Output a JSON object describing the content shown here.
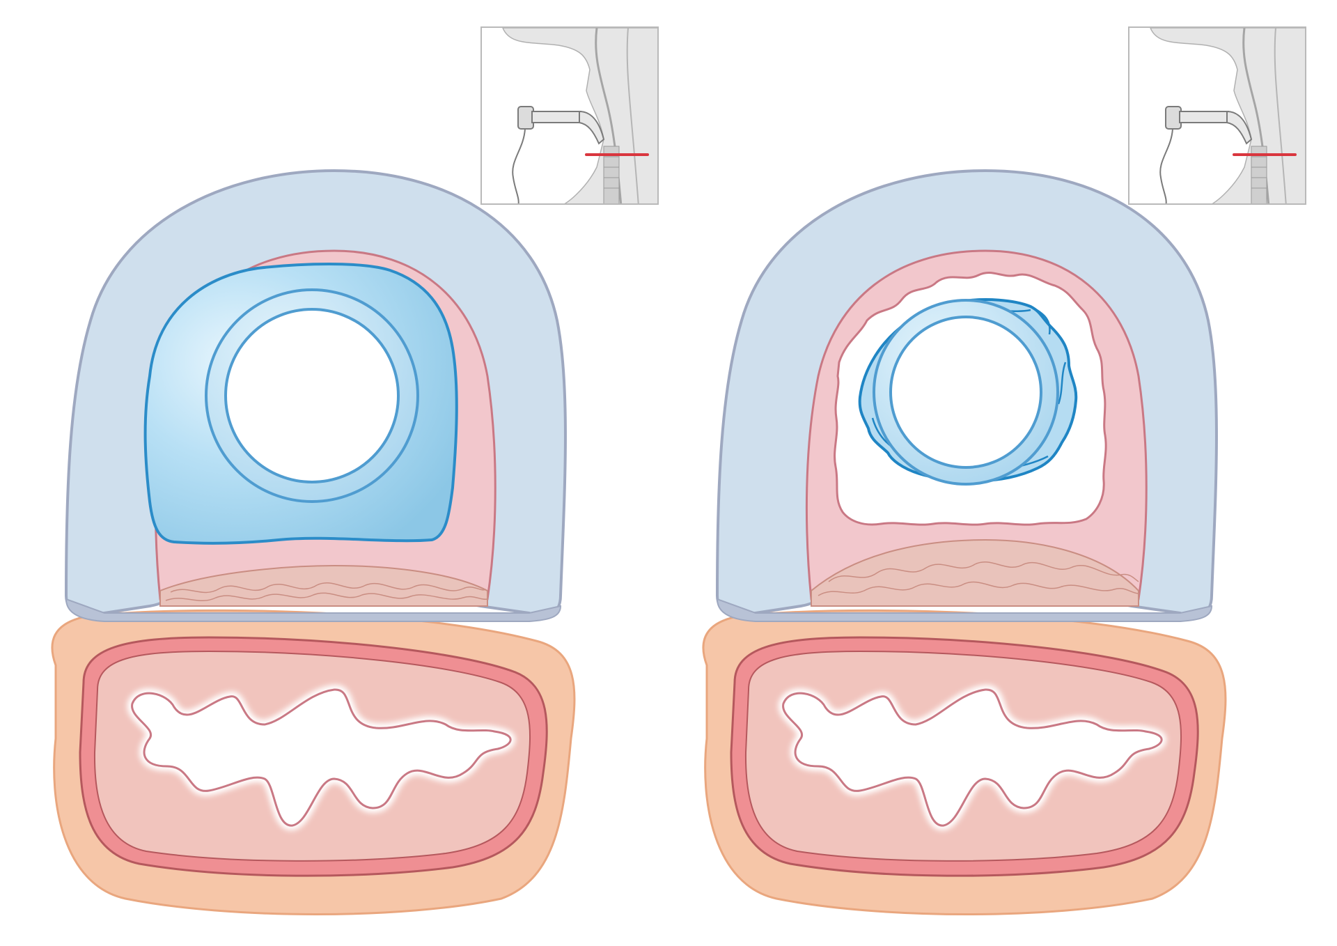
{
  "colors": {
    "cartilage_fill": "#cfdfed",
    "cartilage_edge": "#9ea8c0",
    "mucosa_fill": "#f2c7cc",
    "mucosa_edge": "#c97884",
    "cuff_fill": "#a7d7f0",
    "cuff_edge": "#2b8cc8",
    "tube_fill": "#bfe2f5",
    "tube_edge": "#4f9cd0",
    "muscle_fill": "#e9c3bb",
    "muscle_line": "#c98d82",
    "esophagus_outer": "#f6c6a8",
    "esophagus_outer_edge": "#e9a67e",
    "esophagus_wall": "#ef8f93",
    "esophagus_wall_edge": "#b5585d",
    "esophagus_mucosa": "#f1c4bd",
    "lumen": "#ffffff",
    "level_marker": "#d9363e"
  },
  "panels": [
    {
      "id": "left",
      "cuff_state": "inflated"
    },
    {
      "id": "right",
      "cuff_state": "deflated"
    }
  ],
  "icons": {
    "inset": "tracheostomy-tube-sagittal-inset-icon",
    "marker": "cross-section-level-marker-icon"
  }
}
